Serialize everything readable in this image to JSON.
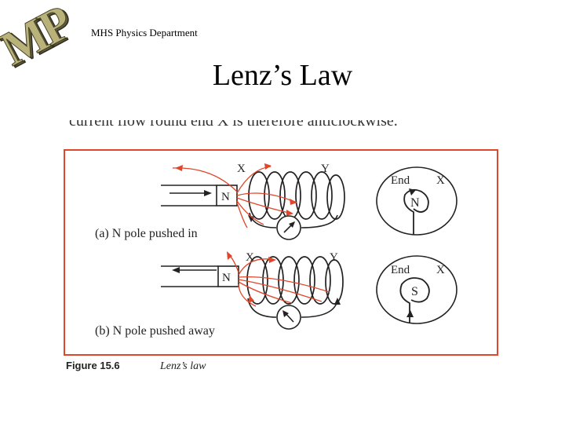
{
  "header": {
    "logo_text": "MP",
    "department": "MHS Physics Department"
  },
  "slide": {
    "title": "Lenz’s Law"
  },
  "figure": {
    "top_text": "current flow round end X is therefore anticlockwise.",
    "panel_a": {
      "label_x": "X",
      "label_y": "Y",
      "pole": "N",
      "caption": "(a) N pole pushed in",
      "end_label": "End",
      "end_x": "X",
      "end_symbol": "N"
    },
    "panel_b": {
      "label_x": "X",
      "label_y": "Y",
      "pole": "N",
      "caption": "(b) N pole pushed away",
      "end_label": "End",
      "end_x": "X",
      "end_symbol": "S"
    },
    "caption_number": "Figure 15.6",
    "caption_title": "Lenz’s law",
    "colors": {
      "frame": "#e0462a",
      "field": "#e0462a",
      "ink": "#222222"
    }
  }
}
